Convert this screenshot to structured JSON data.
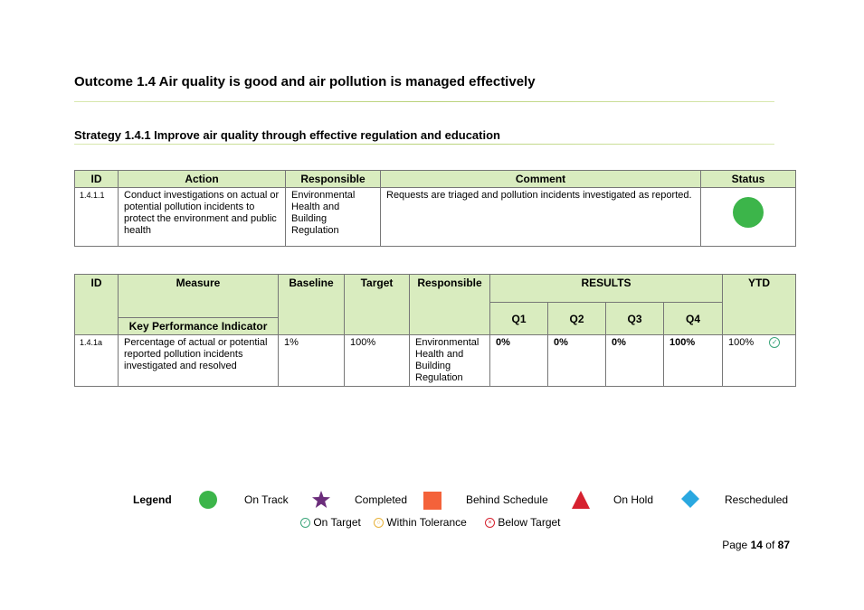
{
  "outcome_title": "Outcome 1.4 Air quality is good and air pollution is managed effectively",
  "strategy_title": "Strategy 1.4.1 Improve air quality through effective regulation and education",
  "actions_table": {
    "headers": {
      "id": "ID",
      "action": "Action",
      "responsible": "Responsible",
      "comment": "Comment",
      "status": "Status"
    },
    "rows": [
      {
        "id": "1.4.1.1",
        "action": "Conduct investigations on actual or potential pollution incidents to protect the environment and public health",
        "responsible": "Environmental Health and Building Regulation",
        "comment": "Requests are triaged and pollution incidents investigated as reported.",
        "status": "On Track"
      }
    ]
  },
  "measures_table": {
    "headers": {
      "id": "ID",
      "measure": "Measure",
      "kpi": "Key Performance Indicator",
      "baseline": "Baseline",
      "target": "Target",
      "responsible": "Responsible",
      "results": "RESULTS",
      "q1": "Q1",
      "q2": "Q2",
      "q3": "Q3",
      "q4": "Q4",
      "ytd": "YTD"
    },
    "rows": [
      {
        "id": "1.4.1a",
        "measure": "Percentage of actual or potential reported pollution incidents investigated and resolved",
        "baseline": "1%",
        "target": "100%",
        "responsible": "Environmental Health and Building Regulation",
        "q1": "0%",
        "q2": "0%",
        "q3": "0%",
        "q4": "100%",
        "ytd": "100%",
        "ytd_status": "On Target"
      }
    ]
  },
  "legend": {
    "title": "Legend",
    "items": [
      "On Track",
      "Completed",
      "Behind Schedule",
      "On Hold",
      "Rescheduled"
    ],
    "colors": {
      "on_track": "#3cb54a",
      "completed": "#6b2d7b",
      "behind": "#f4623a",
      "on_hold": "#d6212f",
      "rescheduled": "#2aa8e0"
    },
    "sub_items": [
      "On Target",
      "Within Tolerance",
      "Below Target"
    ]
  },
  "page": {
    "prefix": "Page",
    "current": "14",
    "of": "of",
    "total": "87"
  }
}
